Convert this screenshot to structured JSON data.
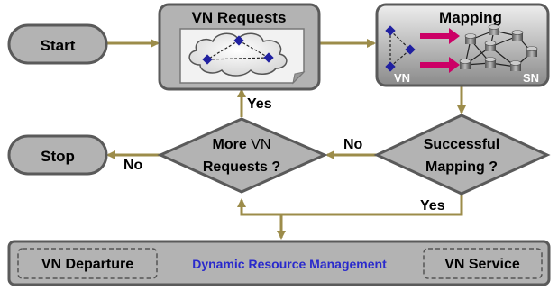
{
  "nodes": {
    "start": "Start",
    "stop": "Stop",
    "vn_requests_title": "VN Requests",
    "mapping_title": "Mapping",
    "mapping_left_tag": "VN",
    "mapping_right_tag": "SN",
    "decision_more_line1_bold": "More",
    "decision_more_line1_rest": " VN",
    "decision_more_line2": "Requests ?",
    "decision_success_line1": "Successful",
    "decision_success_line2": "Mapping ?"
  },
  "edges": {
    "yes_up": "Yes",
    "no_left_from_success": "No",
    "no_to_stop": "No",
    "yes_down": "Yes"
  },
  "bottom_bar": {
    "left": "VN Departure",
    "center": "Dynamic Resource Management",
    "right": "VN Service"
  },
  "colors": {
    "arrow": "#9c8c4a",
    "node_fill": "#b3b3b3",
    "node_stroke": "#5a5a5a",
    "center_text": "#2a2acc",
    "magenta_arrow": "#cc0066",
    "vn_node": "#2020a0"
  }
}
